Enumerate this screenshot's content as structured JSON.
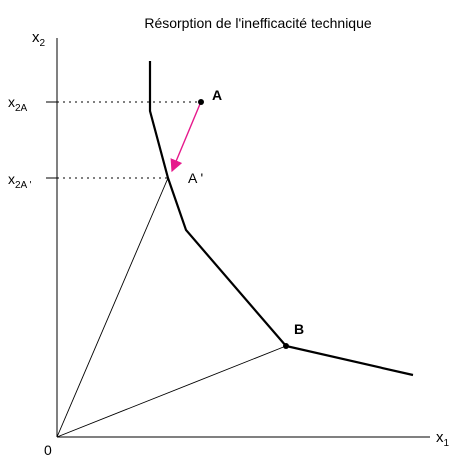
{
  "diagram": {
    "title": "Résorption de l'inefficacité technique",
    "x_axis": {
      "base": "x",
      "sub": "1"
    },
    "y_axis": {
      "base": "x",
      "sub": "2"
    },
    "origin_label": "0",
    "ticks": {
      "x2A": {
        "base": "x",
        "sub": "2A"
      },
      "x2A_prime": {
        "base": "x",
        "sub": "2A '"
      }
    },
    "points": {
      "A": "A",
      "A_prime": "A '",
      "B": "B"
    },
    "colors": {
      "arrow": "#e6198c",
      "lines": "#000000",
      "dotted": "#000000"
    }
  }
}
